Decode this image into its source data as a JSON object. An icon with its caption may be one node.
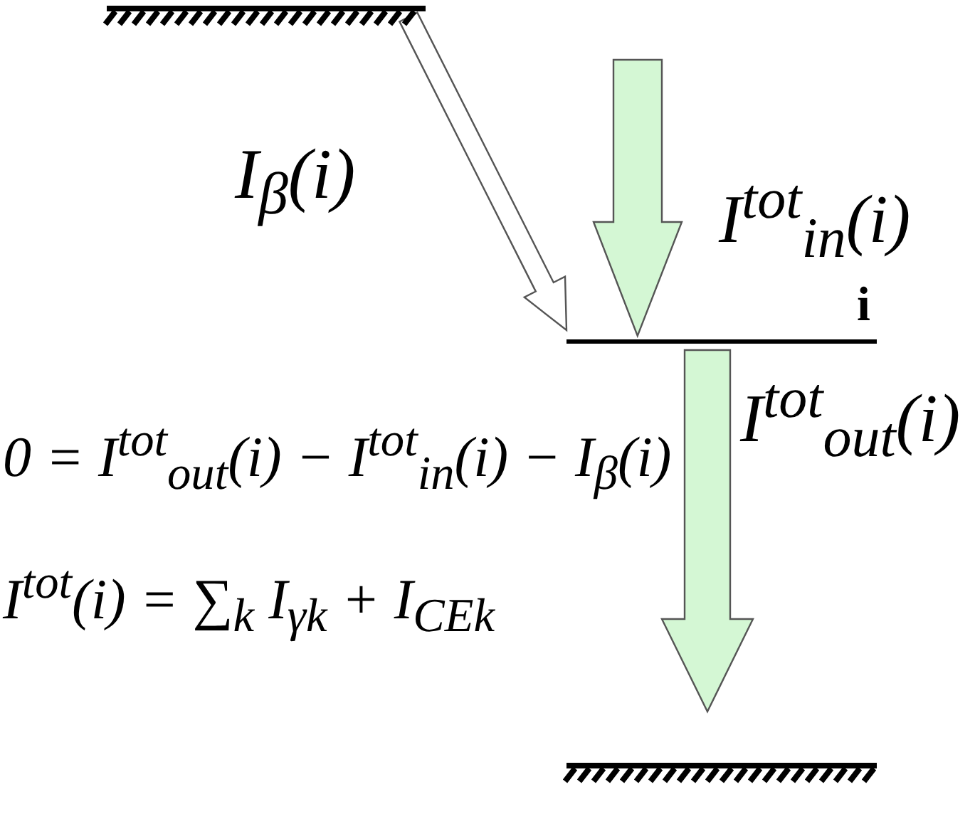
{
  "diagram": {
    "nodes": [
      {
        "text": [],
        "shape": "bar"
      },
      {
        "text": [
          "i"
        ]
      },
      {
        "text": [],
        "shape": "bar"
      }
    ],
    "edges": [
      {
        "from": 0,
        "to": 1,
        "arrow": "to",
        "label": "I$_{β}$(i)",
        "color": "#ffffff"
      },
      {
        "from": null,
        "to": 1,
        "arrow": "to",
        "label": "I$^{tot}$$_{in}$(i)"
      },
      {
        "from": 1,
        "to": 2,
        "arrow": "to",
        "label": "I$^{tot}$$_{out}$(i)"
      }
    ],
    "labels": [
      "0 = I$^{tot}$$_{out}$(i) − I$^{tot}$$_{in}$(i) − I$_{β}$(i)",
      "I$^{tot}$(i) = ∑$_{k}$ I$_{γk}$ + I$_{CEk}$"
    ]
  }
}
